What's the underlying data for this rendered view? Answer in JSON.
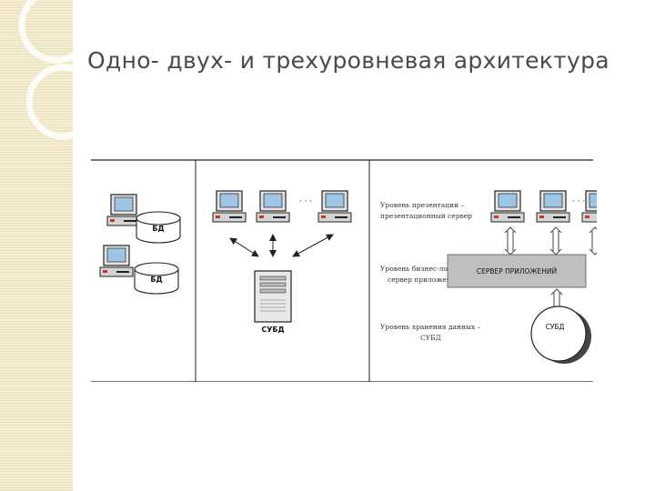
{
  "slide": {
    "title": "Одно- двух- и трехуровневая архитектура"
  },
  "diagram": {
    "one_tier": {
      "db_label_1": "БД",
      "db_label_2": "БД"
    },
    "two_tier": {
      "ellipsis": "· · ·",
      "server_label": "СУБД"
    },
    "three_tier": {
      "ellipsis": "· · ·",
      "presentation_label_1": "Уровень презентации –",
      "presentation_label_2": "презентационный сервер",
      "business_label_1": "Уровень бизнес-логики –",
      "business_label_2": "сервер приложений",
      "storage_label_1": "Уровень хранения данных –",
      "storage_label_2": "СУБД",
      "app_server_label": "СЕРВЕР ПРИЛОЖЕНИЙ",
      "dbms_label": "СУБД"
    }
  },
  "colors": {
    "side_strip": "#f3edd2",
    "title_text": "#4a4a4a",
    "screen": "#9ec4e6",
    "app_server_bar": "#bfbfbf"
  }
}
